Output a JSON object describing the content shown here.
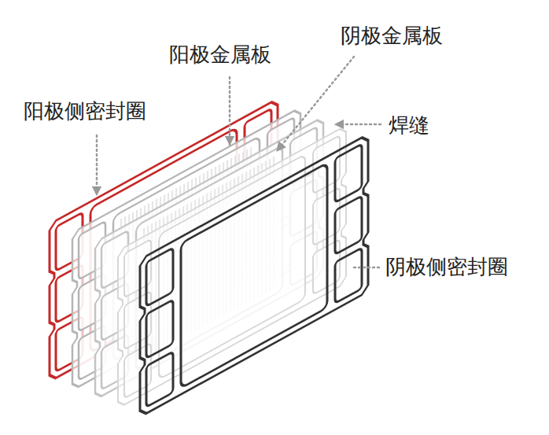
{
  "diagram": {
    "labels": [
      "阳极侧密封圈",
      "阳极金属板",
      "阴极金属板",
      "焊缝",
      "阴极侧密封圈"
    ]
  }
}
